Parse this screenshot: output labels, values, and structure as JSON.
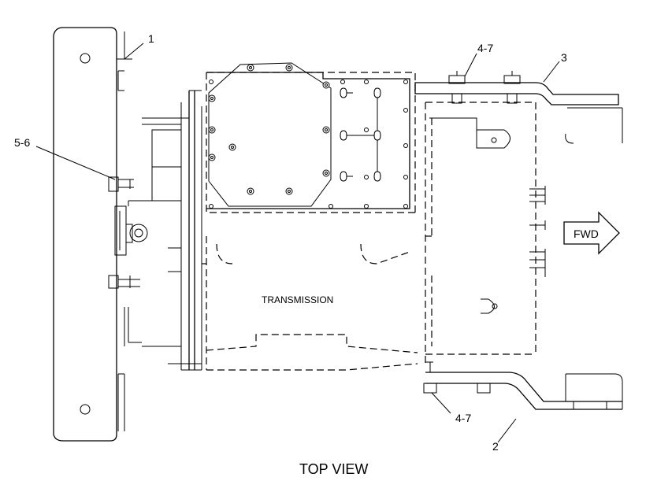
{
  "diagram": {
    "caption": "TOP VIEW",
    "transmission_label": "TRANSMISSION",
    "direction_arrow_label": "FWD",
    "callouts": {
      "c1": "1",
      "c2": "2",
      "c3": "3",
      "c4_top": "4-7",
      "c4_bottom": "4-7",
      "c5": "5-6"
    }
  }
}
